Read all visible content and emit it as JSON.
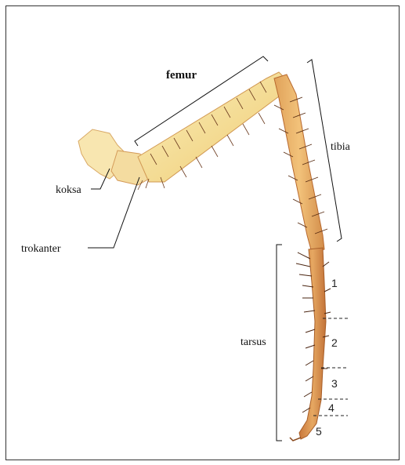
{
  "labels": {
    "femur": "femur",
    "tibia": "tibia",
    "koksa": "koksa",
    "trokanter": "trokanter",
    "tarsus": "tarsus"
  },
  "tarsus_segments": [
    "1",
    "2",
    "3",
    "4",
    "5"
  ],
  "colors": {
    "leg_light": "#f6e3a0",
    "leg_mid": "#e9b86a",
    "leg_dark": "#c9783c",
    "bristle": "#6b3a1e",
    "line": "#111111"
  }
}
